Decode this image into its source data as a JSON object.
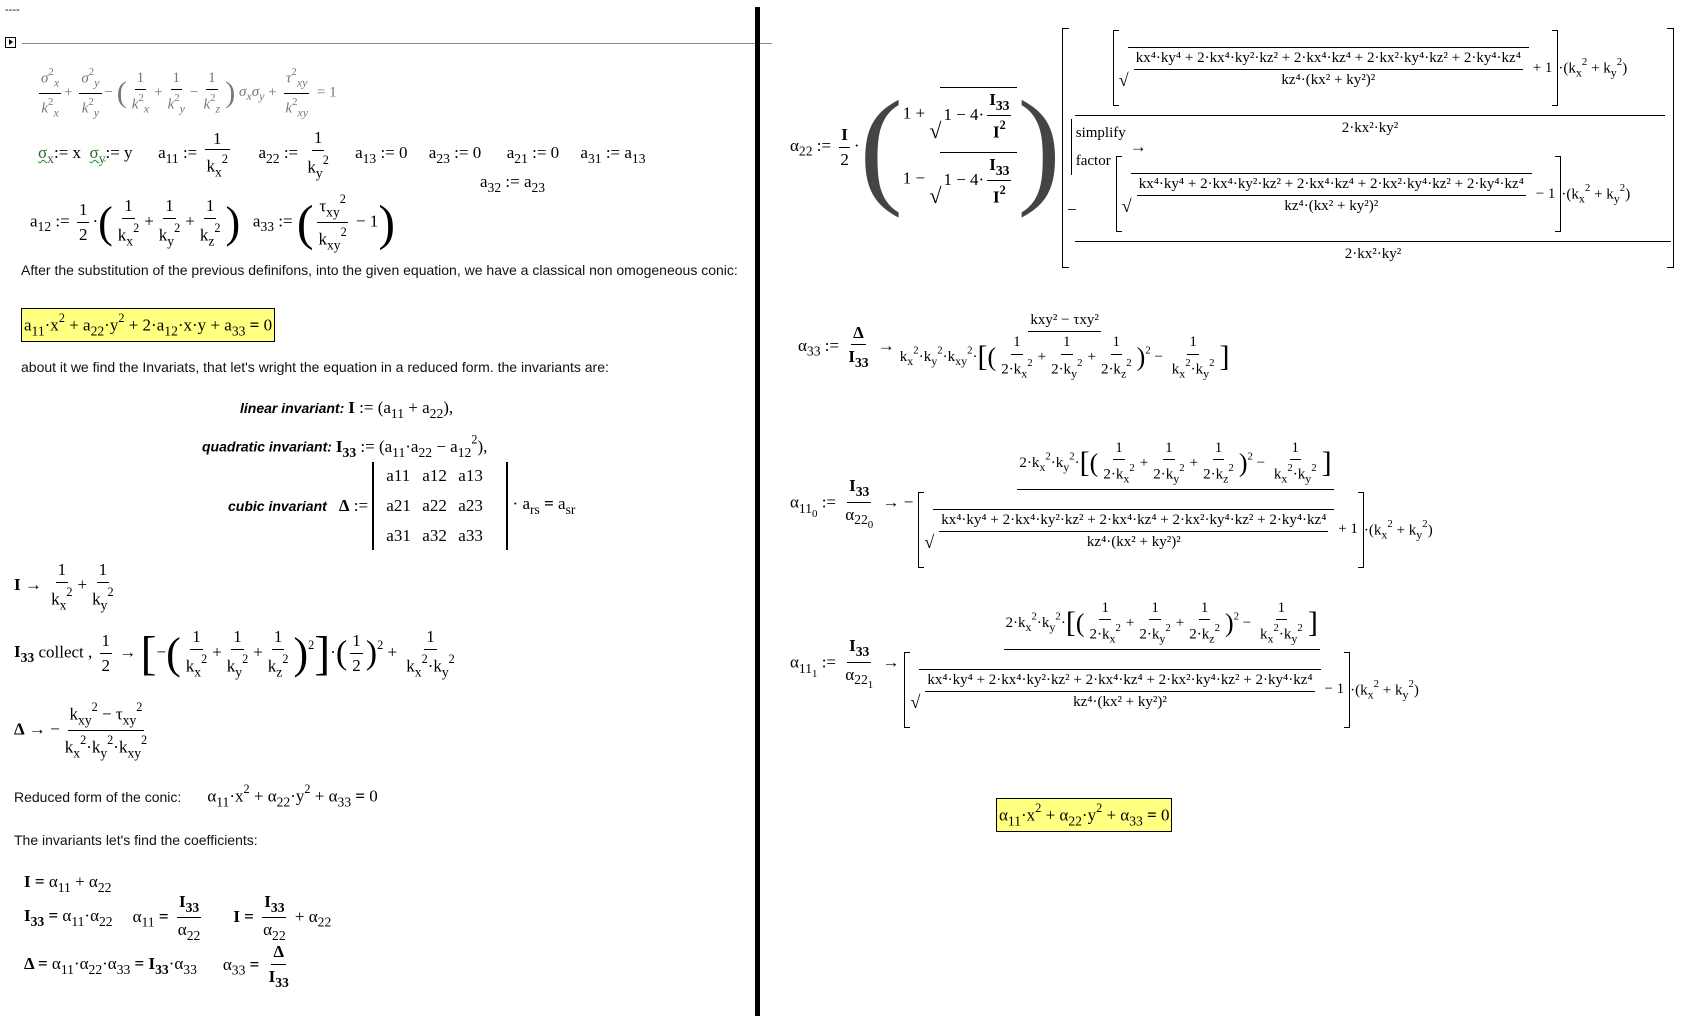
{
  "header": {
    "dashes": "----"
  },
  "left": {
    "given_equation": {
      "t1_num": "σ",
      "t1_num_sub": "x",
      "t1_num_sup": "2",
      "t1_den": "k",
      "t1_den_sub": "x",
      "t1_den_sup": "2",
      "t2_num": "σ",
      "t2_num_sub": "y",
      "t2_den": "k",
      "t2_den_sub": "y",
      "minus": "−",
      "one": "1",
      "kz": "z",
      "sigma_prod": "σxσy",
      "t3_num": "τ",
      "t3_num_sub": "xy",
      "t3_den_sub": "xy",
      "rhs": "= 1"
    },
    "definitions": {
      "sigma_x": "σx",
      "sigma_x_val": ":= x",
      "sigma_y": "σy",
      "sigma_y_val": ":= y",
      "a11": "a11",
      "a22": "a22",
      "a13": "a13 := 0",
      "a23": "a23 := 0",
      "a21": "a21 := 0",
      "a31": "a31 := a13",
      "a32": "a32 := a23"
    },
    "para1": "After the substitution of the previous definifons, into the given equation, we have a classical non omogeneous conic:",
    "conic_general": "a11·x² + a22·y² + 2·a12·x·y + a33 = 0",
    "para2": "about it we find the Invariats, that let's wright the equation in a reduced form. the invariants are:",
    "invariants": {
      "linear_label": "linear invariant:",
      "linear_expr": "(a11 + a22),",
      "quadratic_label": "quadratic invariant:",
      "quadratic_expr": "(a11·a22 − a12²),",
      "cubic_label": "cubic invariant",
      "matrix": [
        [
          "a11",
          "a12",
          "a13"
        ],
        [
          "a21",
          "a22",
          "a23"
        ],
        [
          "a31",
          "a32",
          "a33"
        ]
      ],
      "symmetry": "ars = asr"
    },
    "results": {
      "I_arrow": "I →",
      "I33_collect": "collect ,",
      "delta_arrow": "Δ →"
    },
    "reduced_label": "Reduced form of the conic:",
    "reduced_eq": "α11·x² + α22·y² + α33 = 0",
    "para3": "The invariants let's find the coefficients:",
    "relations": {
      "r1": "I = α11 + α22",
      "r2": "I33 = α11·α22",
      "r3": "α11 = I33 / α22",
      "r4": "I = I33/α22 + α22",
      "r5": "Δ = α11·α22·α33 = I33·α33",
      "r6": "α33 = Δ / I33"
    }
  },
  "right": {
    "alpha22_def": "α22 := I/2 · (1 ± √(1 − 4·I33/I²))",
    "keywords": [
      "simplify",
      "factor"
    ],
    "long_numerator": "kx⁴·ky⁴ + 2·kx⁴·ky²·kz² + 2·kx⁴·kz⁴ + 2·kx²·ky⁴·kz² + 2·ky⁴·kz⁴",
    "long_denominator": "kz⁴·(kx² + ky²)²",
    "alpha22_den": "2·kx²·ky²",
    "alpha33_def": "α33 := Δ / I33",
    "alpha33_num": "kxy² − τxy²",
    "alpha11_0": "α11₀ := I33 / α22₀",
    "alpha11_1": "α11₁ := I33 / α22₁",
    "alpha11_num": "2·kx²·ky²·[(1/(2·kx²) + 1/(2·ky²) + 1/(2·kz²))² − 1/(kx²·ky²)]",
    "final_eq": "α11·x² + α22·y² + α33 = 0"
  },
  "colors": {
    "highlight": "#ffff80",
    "divider": "#000000",
    "rule": "#888888"
  }
}
